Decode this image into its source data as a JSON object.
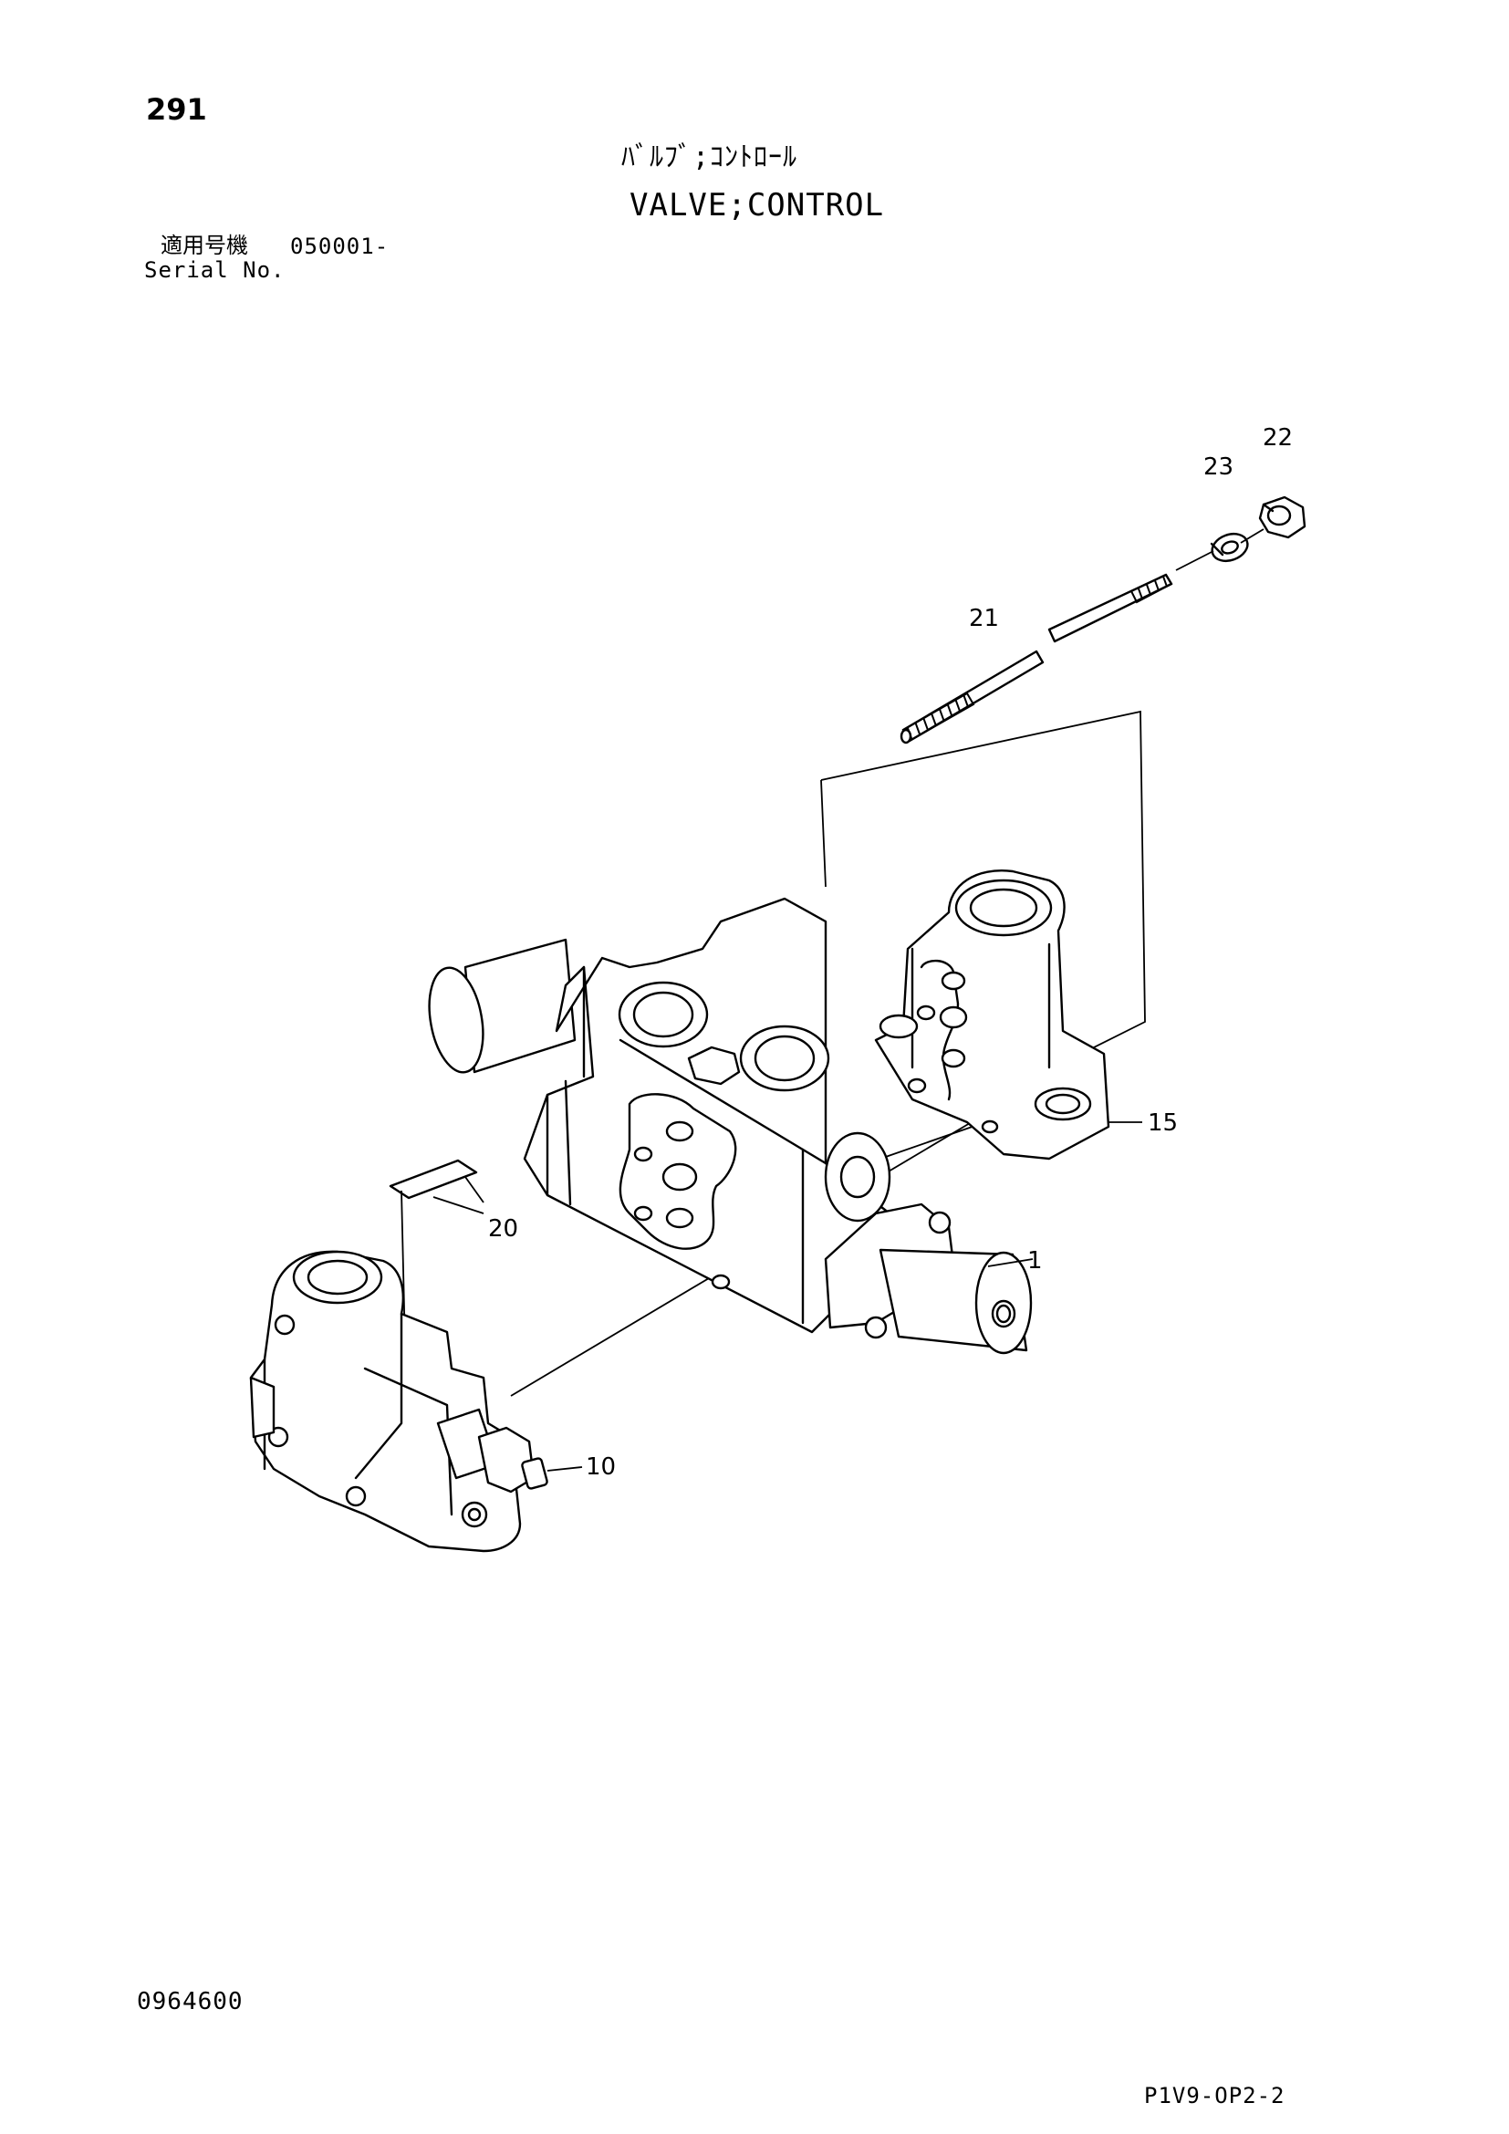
{
  "header": {
    "page_number": "291",
    "title_jp": "ﾊﾞﾙﾌﾞ;ｺﾝﾄﾛｰﾙ",
    "title_en": "VALVE;CONTROL",
    "serial_label_jp": "適用号機",
    "serial_value": "050001-",
    "serial_label_en": "Serial No."
  },
  "callouts": [
    "1",
    "10",
    "15",
    "20",
    "21",
    "22",
    "23"
  ],
  "footer": {
    "document_number": "0964600",
    "page_code": "P1V9-OP2-2"
  }
}
